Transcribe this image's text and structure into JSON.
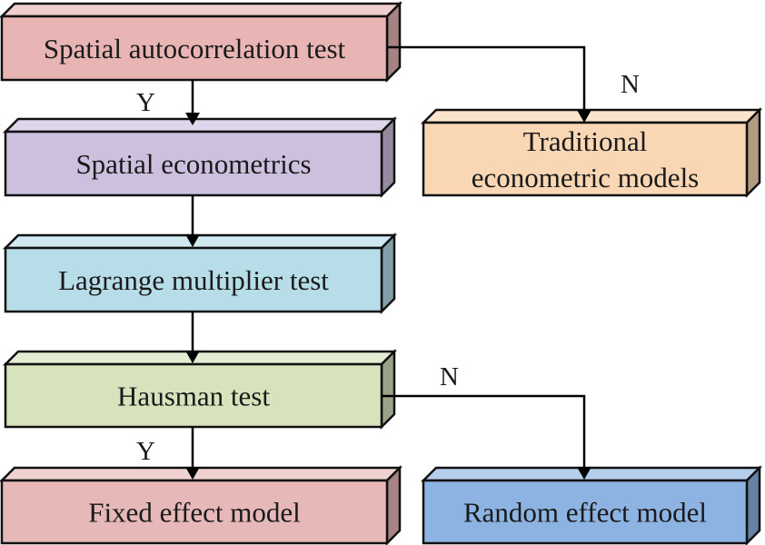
{
  "nodes": {
    "spatial_autocorrelation": {
      "label": "Spatial autocorrelation test",
      "color": "#e8b4b4"
    },
    "traditional_models": {
      "label_lines": [
        "Traditional",
        "econometric models"
      ],
      "color": "#f9d6b4"
    },
    "spatial_econometrics": {
      "label": "Spatial econometrics",
      "color": "#ccc0de"
    },
    "lagrange_test": {
      "label": "Lagrange multiplier test",
      "color": "#b6dde8"
    },
    "hausman_test": {
      "label": "Hausman test",
      "color": "#d6e3bc"
    },
    "fixed_effect": {
      "label": "Fixed effect model",
      "color": "#e6b8b7"
    },
    "random_effect": {
      "label": "Random effect model",
      "color": "#8db3e2"
    }
  },
  "edges": {
    "autocorr_to_econometrics": {
      "label": "Y"
    },
    "autocorr_to_traditional": {
      "label": "N"
    },
    "econometrics_to_lagrange": {
      "label": ""
    },
    "lagrange_to_hausman": {
      "label": ""
    },
    "hausman_to_fixed": {
      "label": "Y"
    },
    "hausman_to_random": {
      "label": "N"
    }
  }
}
